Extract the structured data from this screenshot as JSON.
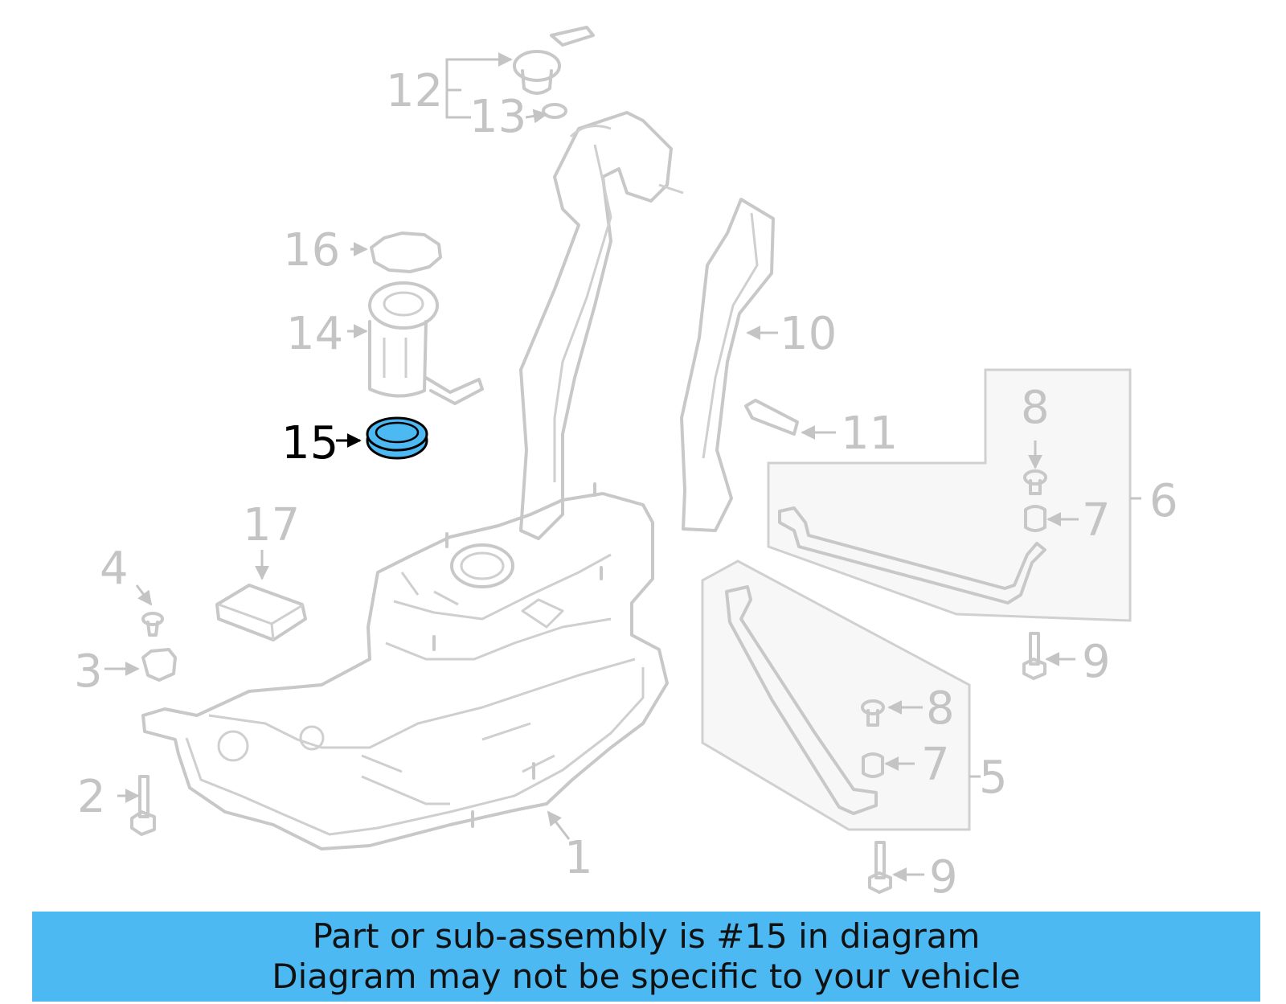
{
  "callouts": {
    "c1": "1",
    "c2": "2",
    "c3": "3",
    "c4": "4",
    "c5": "5",
    "c6": "6",
    "c7a": "7",
    "c7b": "7",
    "c8a": "8",
    "c8b": "8",
    "c9a": "9",
    "c9b": "9",
    "c10": "10",
    "c11": "11",
    "c12": "12",
    "c13": "13",
    "c14": "14",
    "c15": "15",
    "c16": "16",
    "c17": "17"
  },
  "highlighted_part": "15",
  "colors": {
    "highlight": "#4db9f3",
    "muted_part": "#c8c8c8",
    "banner": "#4db9f3"
  },
  "banner": {
    "line1": "Part or sub-assembly is #15 in diagram",
    "line2": "Diagram may not be specific to your vehicle"
  }
}
